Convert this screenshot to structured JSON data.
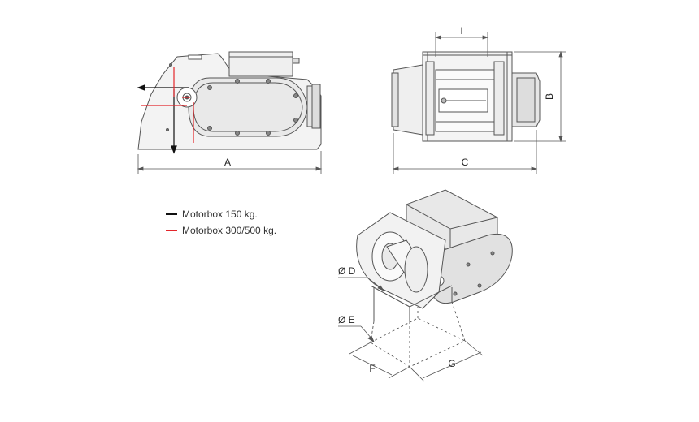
{
  "dimensions": {
    "a": "A",
    "b": "B",
    "c": "C",
    "i": "I",
    "d": "Ø D",
    "e": "Ø E",
    "f": "F",
    "g": "G"
  },
  "legend": [
    {
      "label": "Motorbox 150 kg.",
      "color": "#111111"
    },
    {
      "label": "Motorbox 300/500 kg.",
      "color": "#e3262b"
    }
  ],
  "colors": {
    "line": "#555555",
    "fill": "#f1f1f1",
    "accent": "#e3262b",
    "dark": "#111111"
  }
}
